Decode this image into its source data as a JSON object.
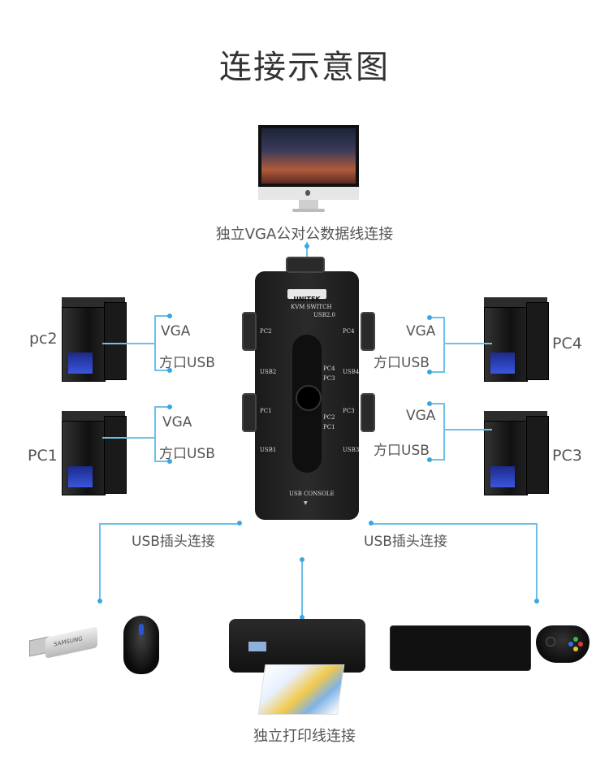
{
  "title": "连接示意图",
  "monitor_label": "独立VGA公对公数据线连接",
  "kvm": {
    "brand": "UNITEK",
    "model": "KVM SWITCH",
    "usb_version": "USB2.0",
    "console": "USB CONSOLE",
    "port_labels": [
      "PC2",
      "USB2",
      "PC1",
      "USB1",
      "PC4",
      "USB4",
      "PC3",
      "USB3"
    ],
    "leds": [
      "PC4",
      "PC3",
      "PC2",
      "PC1"
    ]
  },
  "computers": {
    "top_left": {
      "name": "pc2",
      "vga": "VGA",
      "usb": "方口USB"
    },
    "bottom_left": {
      "name": "PC1",
      "vga": "VGA",
      "usb": "方口USB"
    },
    "top_right": {
      "name": "PC4",
      "vga": "VGA",
      "usb": "方口USB"
    },
    "bottom_right": {
      "name": "PC3",
      "vga": "VGA",
      "usb": "方口USB"
    }
  },
  "usb_left": "USB插头连接",
  "usb_right": "USB插头连接",
  "printer_label": "独立打印线连接",
  "usb_drive_brand": "SAMSUNG",
  "colors": {
    "line": "#6cc0ea",
    "dot": "#3aa7e0"
  }
}
